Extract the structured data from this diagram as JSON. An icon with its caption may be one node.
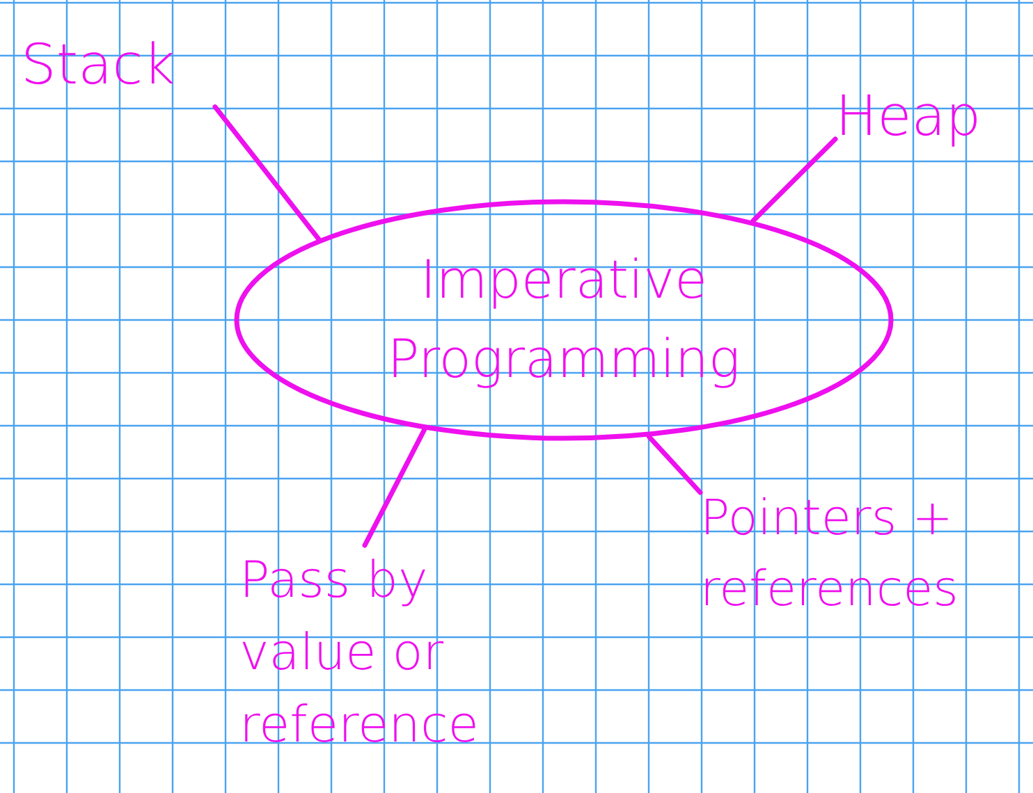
{
  "diagram": {
    "nodes": [
      {
        "text": [
          "Imperative Programming"
        ]
      },
      {
        "text": [
          "Stack"
        ]
      },
      {
        "text": [
          "Heap"
        ]
      },
      {
        "text": [
          "Pass by value or reference"
        ]
      },
      {
        "text": [
          "Pointers + references"
        ]
      }
    ],
    "edges": [
      {
        "from": 0,
        "to": 1,
        "arrow": "none"
      },
      {
        "from": 0,
        "to": 2,
        "arrow": "none"
      },
      {
        "from": 0,
        "to": 3,
        "arrow": "none"
      },
      {
        "from": 0,
        "to": 4,
        "arrow": "none"
      }
    ]
  }
}
